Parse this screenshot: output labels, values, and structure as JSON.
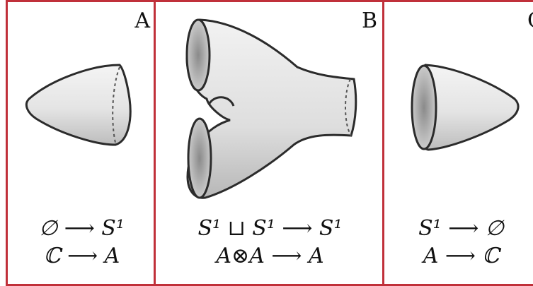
{
  "panels": [
    {
      "label": "A",
      "line1": "∅ ⟶ S¹",
      "line2": "ℂ ⟶ A"
    },
    {
      "label": "B",
      "line1": "S¹ ⊔ S¹ ⟶ S¹",
      "line2": "A⊗A ⟶ A"
    },
    {
      "label": "C",
      "line1": "S¹ ⟶ ∅",
      "line2": "A ⟶ ℂ"
    }
  ]
}
